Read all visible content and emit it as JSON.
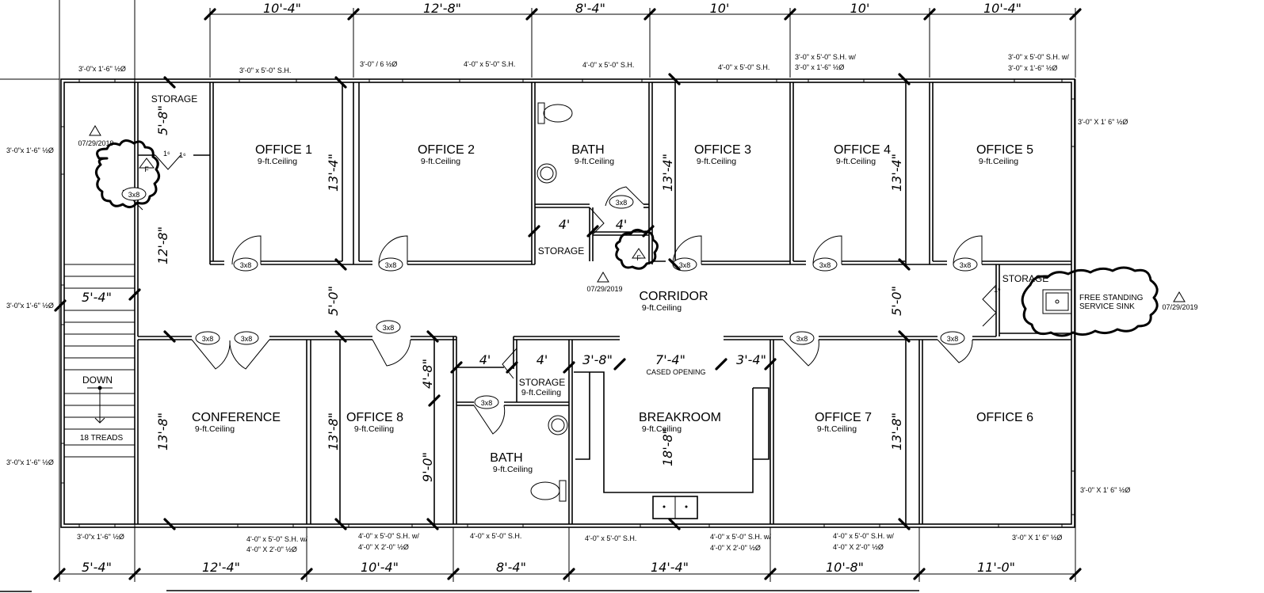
{
  "rooms": {
    "storage_nw": "STORAGE",
    "office1": "OFFICE 1",
    "office2": "OFFICE 2",
    "bath_n": "BATH",
    "storage_n": "STORAGE",
    "office3": "OFFICE 3",
    "office4": "OFFICE 4",
    "office5": "OFFICE 5",
    "corridor": "CORRIDOR",
    "storage_e": "STORAGE",
    "conference": "CONFERENCE",
    "office8": "OFFICE 8",
    "storage_s": "STORAGE",
    "bath_s": "BATH",
    "breakroom": "BREAKROOM",
    "office7": "OFFICE 7",
    "office6": "OFFICE 6"
  },
  "ceiling": "9-ft.Ceiling",
  "stair": {
    "down": "DOWN",
    "treads": "18 TREADS",
    "width": "5'-4\""
  },
  "sink": {
    "line1": "FREE STANDING",
    "line2": "SERVICE SINK"
  },
  "cased_opening": "CASED OPENING",
  "revision_dates": [
    "07/29/2019",
    "07/29/2019",
    "07/29/2019"
  ],
  "door_tag": "3x8",
  "fire_tag": "F",
  "top_dims": [
    "10'-4\"",
    "12'-8\"",
    "8'-4\"",
    "10'",
    "10'",
    "10'-4\""
  ],
  "bottom_dims": [
    "5'-4\"",
    "12'-4\"",
    "10'-4\"",
    "8'-4\"",
    "14'-4\"",
    "10'-8\"",
    "11'-0\""
  ],
  "interior_dims": {
    "storage_h": "5'-8\"",
    "stair_run": "12'-8\"",
    "off1_depth": "13'-4\"",
    "off3_depth": "13'-4\"",
    "off4_depth": "13'-4\"",
    "corr_w": "5'-0\"",
    "corr_w_e": "5'-0\"",
    "conf_depth": "13'-8\"",
    "off8_depth": "13'-8\"",
    "stor_s_h": "4'-8\"",
    "bath_s_h": "9'-0\"",
    "break_depth": "18'-8\"",
    "off7_depth": "13'-8\"",
    "stor_n_w1": "4'",
    "stor_n_w2": "4'",
    "stor_s_w1": "4'",
    "stor_s_w2": "4'",
    "break_w1": "3'-8\"",
    "break_w2": "7'-4\"",
    "break_w3": "3'-4\""
  },
  "windows": {
    "t1": "3'-0\"x 1'-6\" ½Ø",
    "t2": "3'-0\" x 5'-0\" S.H.",
    "t3": "3'-0\" / 6 ½Ø",
    "t4": "4'-0\" x 5'-0\" S.H.",
    "t5": "4'-0\" x 5'-0\" S.H.",
    "t6": "4'-0\" x 5'-0\" S.H.",
    "t7a": "3'-0\" x 5'-0\" S.H. w/",
    "t7b": "3'-0\" x 1'-6\" ½Ø",
    "t8a": "3'-0\" x 5'-0\" S.H. w/",
    "t8b": "3'-0\" x 1'-6\" ½Ø",
    "l1": "3'-0\"x 1'-6\" ½Ø",
    "l2": "3'-0\"x 1'-6\" ½Ø",
    "l3": "3'-0\"x 1'-6\" ½Ø",
    "r1": "3'-0\" X 1' 6\" ½Ø",
    "r2": "3'-0\" X 1' 6\" ½Ø",
    "b1": "3'-0\"x 1'-6\" ½Ø",
    "b2a": "4'-0\" x 5'-0\" S.H. w/",
    "b2b": "4'-0\" X 2'-0\" ½Ø",
    "b3a": "4'-0\" x 5'-0\" S.H. w/",
    "b3b": "4'-0\" X 2'-0\" ½Ø",
    "b4": "4'-0\" x 5'-0\" S.H.",
    "b5": "4'-0\" x 5'-0\" S.H.",
    "b6a": "4'-0\" x 5'-0\" S.H. w/",
    "b6b": "4'-0\" X 2'-0\" ½Ø",
    "b7a": "4'-0\" x 5'-0\" S.H. w/",
    "b7b": "4'-0\" X 2'-0\" ½Ø",
    "b8": "3'-0\" X 1' 6\" ½Ø"
  },
  "small_dims": {
    "a": "1⁶",
    "b": "1⁶",
    "c": "1⁶"
  }
}
